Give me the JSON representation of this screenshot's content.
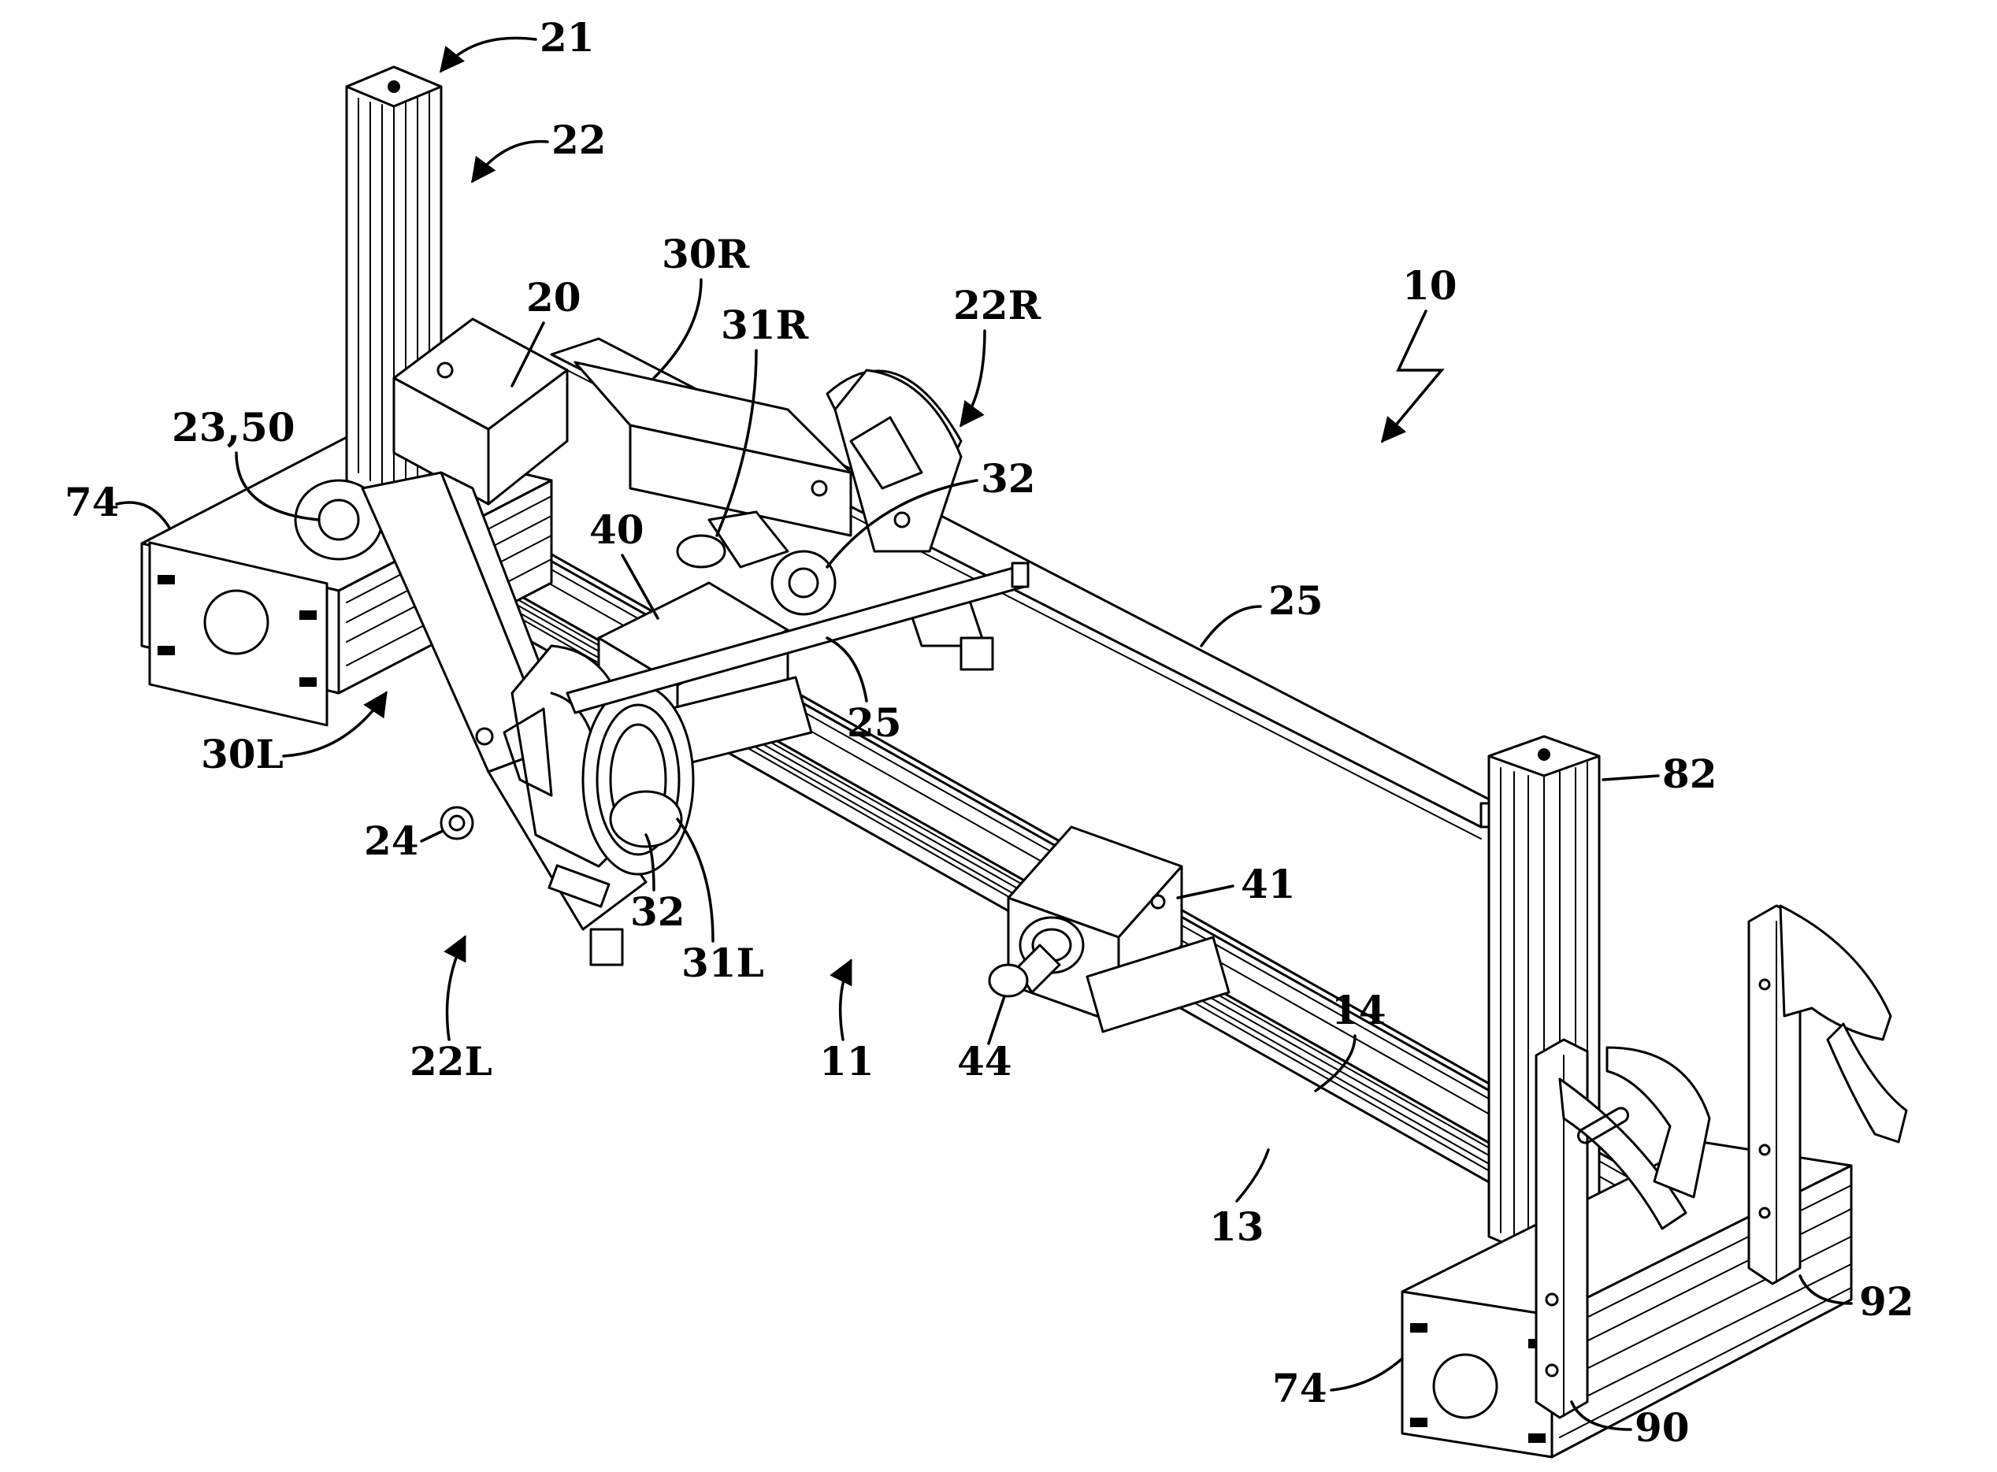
{
  "figure": {
    "labels": {
      "l10": "10",
      "l11": "11",
      "l13": "13",
      "l14": "14",
      "l20": "20",
      "l21": "21",
      "l22": "22",
      "l22R": "22R",
      "l22L": "22L",
      "l23_50": "23,50",
      "l24": "24",
      "l25a": "25",
      "l25b": "25",
      "l30R": "30R",
      "l30L": "30L",
      "l31R": "31R",
      "l31L": "31L",
      "l32a": "32",
      "l32b": "32",
      "l40": "40",
      "l41": "41",
      "l44": "44",
      "l74a": "74",
      "l74b": "74",
      "l82": "82",
      "l90": "90",
      "l92": "92"
    }
  }
}
